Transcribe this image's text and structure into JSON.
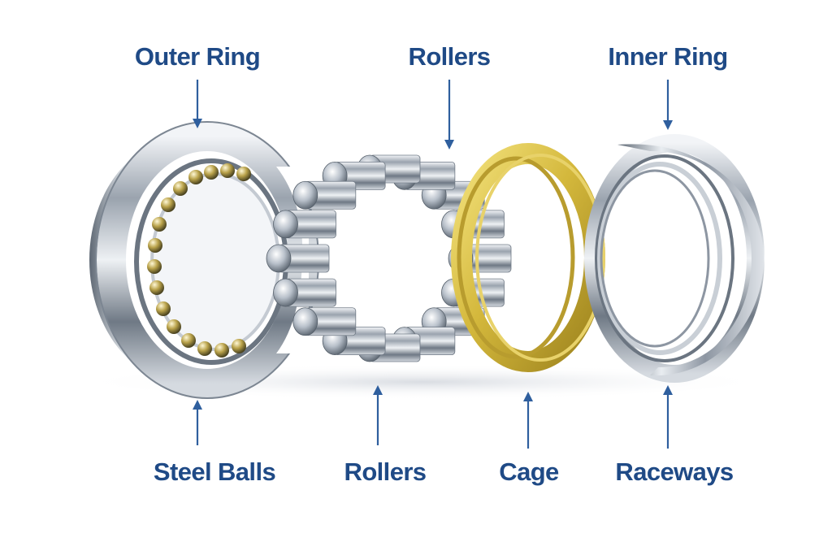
{
  "labels": {
    "top": [
      "Outer Ring",
      "Rollers",
      "Inner Ring"
    ],
    "bottom": [
      "Steel Balls",
      "Rollers",
      "Cage",
      "Raceways"
    ]
  },
  "colors": {
    "label": "#1f4a86",
    "arrow": "#2f5f9e",
    "steel_light": "#f4f6f9",
    "steel_mid": "#aeb6c1",
    "steel_dark": "#4f5965",
    "brass": "#d9bf45",
    "brass_dark": "#9e8520"
  }
}
